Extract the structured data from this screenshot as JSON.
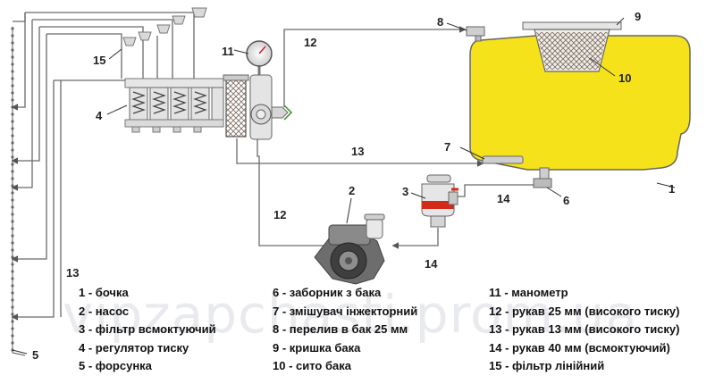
{
  "labels": {
    "n1": "1",
    "n2": "2",
    "n3": "3",
    "n4": "4",
    "n5": "5",
    "n6": "6",
    "n7": "7",
    "n8": "8",
    "n9": "9",
    "n10": "10",
    "n11": "11",
    "n12a": "12",
    "n12b": "12",
    "n13a": "13",
    "n13b": "13",
    "n14a": "14",
    "n14b": "14",
    "n15": "15"
  },
  "legend": {
    "col1": [
      "1 - бочка",
      "2 - насос",
      "3 - фільтр всмоктуючий",
      "4 - регулятор тиску",
      "5 - форсунка"
    ],
    "col2": [
      "6 - заборник з бака",
      "7 - змішувач інжекторний",
      "8 - перелив в бак 25 мм",
      "9 - кришка бака",
      "10 - сито бака"
    ],
    "col3": [
      "11 - манометр",
      "12 - рукав 25 мм (високого тиску)",
      "13 - рукав 13 мм (високого тиску)",
      "14 - рукав 40 мм (всмоктуючий)",
      "15 - фільтр лінійний"
    ]
  },
  "watermark": "vipzapchasti.prom.ua",
  "colors": {
    "tank": "#f5e21b",
    "tank_stroke": "#666666",
    "line": "#6a6a6a",
    "red": "#d42a1a",
    "accent_green": "#3c8a2a"
  }
}
